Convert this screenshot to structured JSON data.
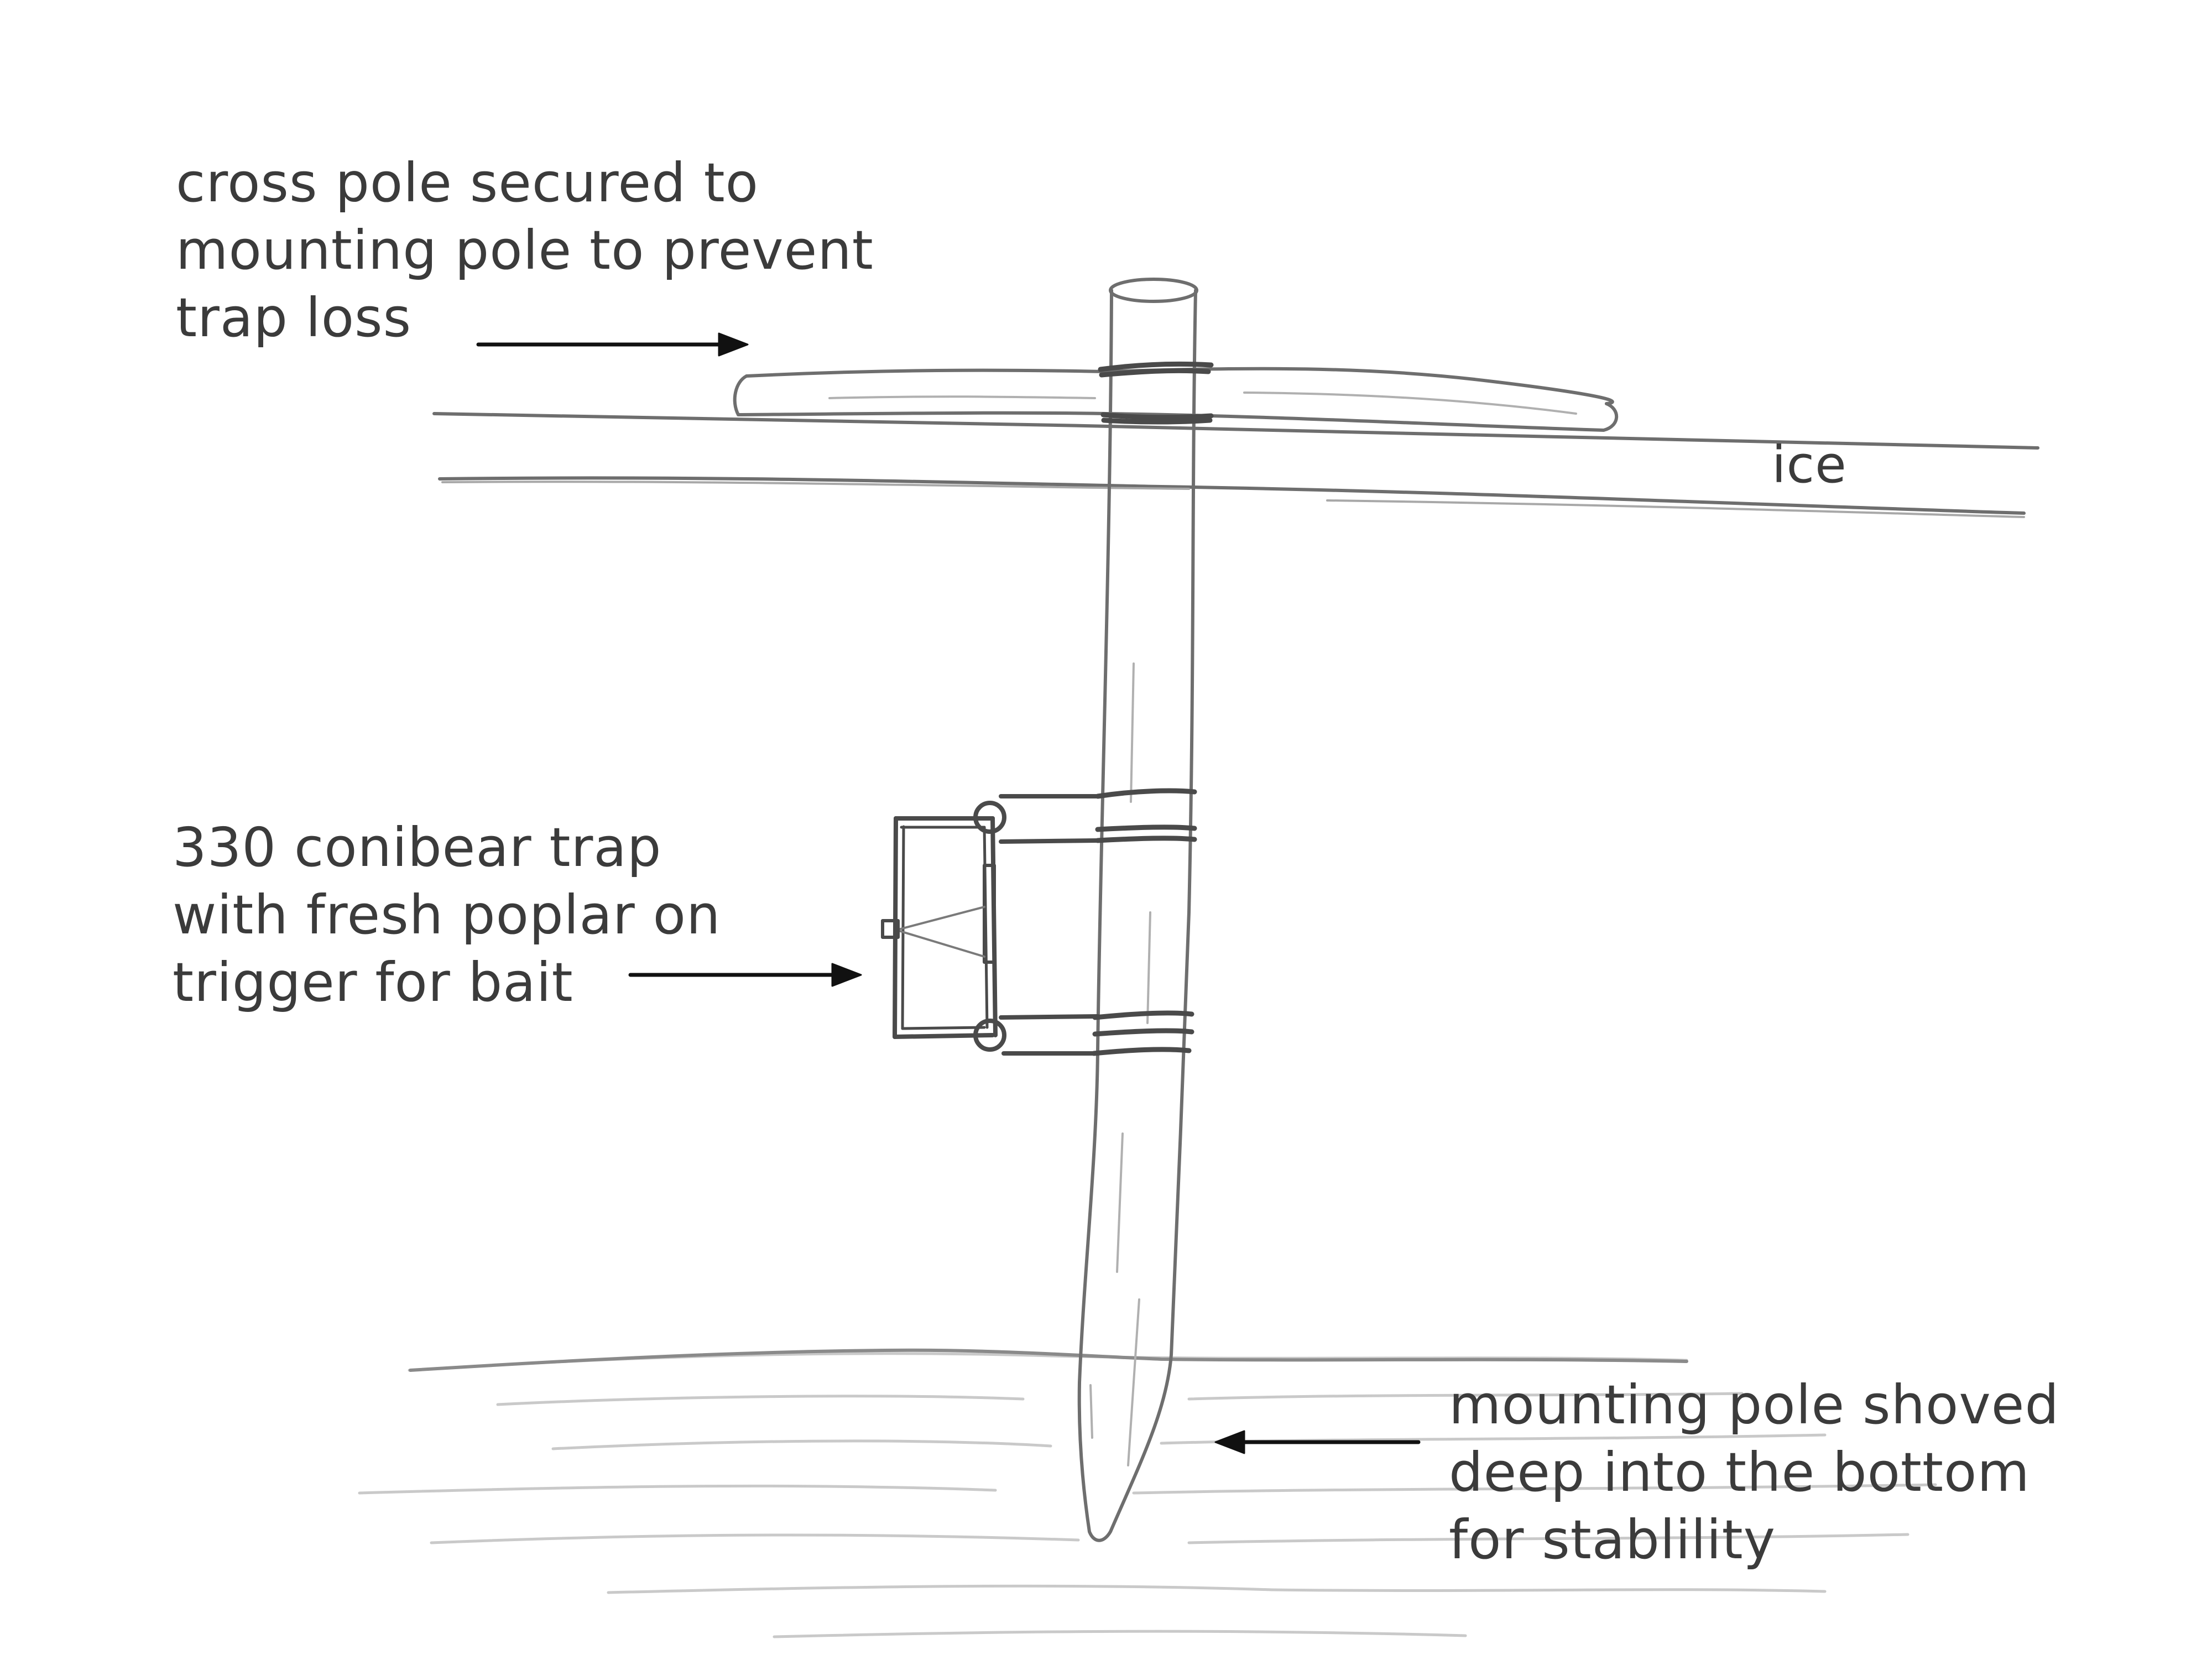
{
  "labels": {
    "cross_pole": [
      "cross pole secured to",
      "mounting pole to prevent",
      "trap loss"
    ],
    "trap": [
      "330 conibear trap",
      "with fresh poplar on",
      "trigger for bait"
    ],
    "mounting_pole": [
      "mounting pole shoved",
      "deep into the bottom",
      "for stablility"
    ],
    "ice": "ice"
  },
  "colors": {
    "pencil": "#6e6e6e",
    "pencil_dark": "#4a4a4a",
    "arrow": "#111111",
    "text": "#3b3b3b",
    "paper": "#ffffff"
  }
}
